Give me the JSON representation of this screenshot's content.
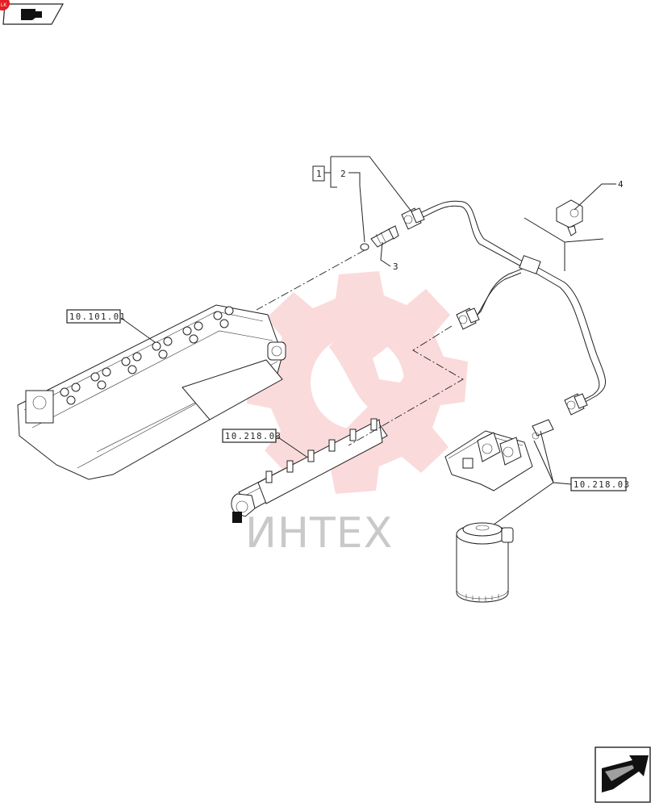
{
  "page": {
    "nav_prev_icon": "arrow-left-icon",
    "nav_next_icon": "arrow-right-icon",
    "brand_mark_text": "LK"
  },
  "callouts": {
    "item_1": "1",
    "item_2": "2",
    "item_3": "3",
    "item_4": "4"
  },
  "references": {
    "cylinder_head": "10.101.01",
    "fuel_rail": "10.218.03",
    "fuel_filter": "10.218.03"
  },
  "watermark": {
    "text": "ИНТЕХ",
    "color": "#e31e24"
  }
}
